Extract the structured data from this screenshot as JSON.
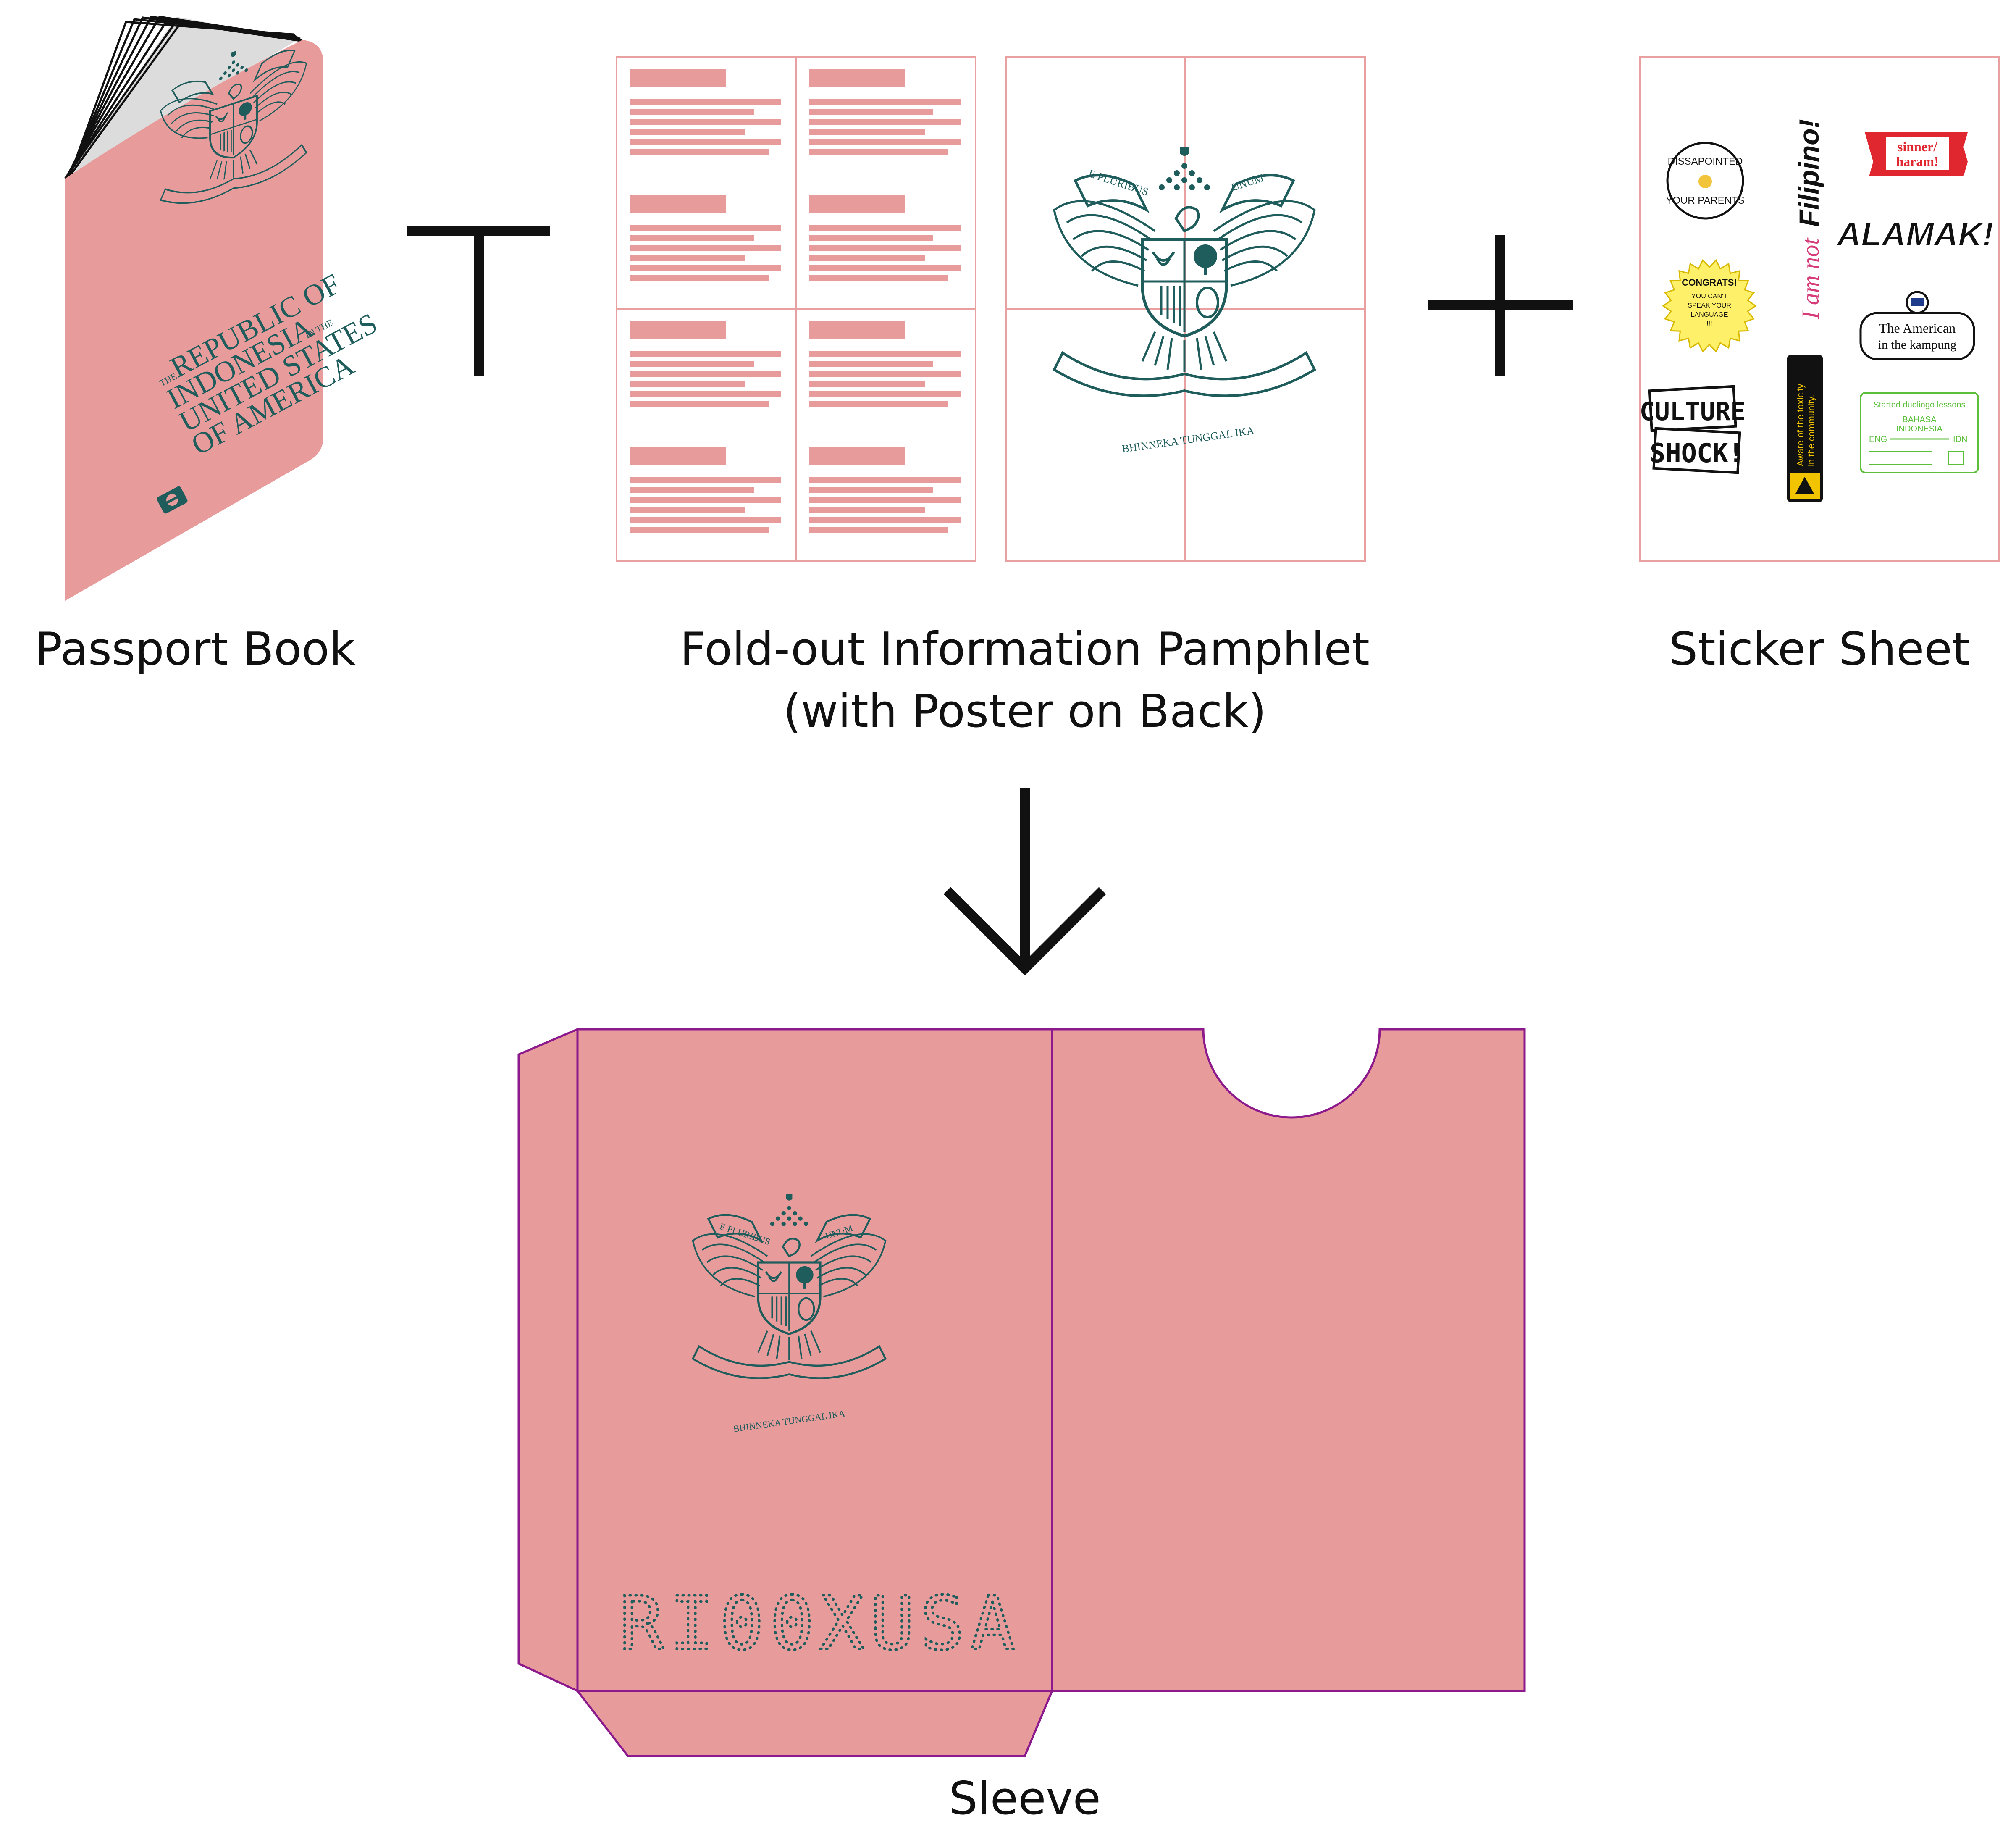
{
  "colors": {
    "pink": "#e89b9b",
    "teal": "#1f5c5c",
    "outline_pink": "#e8a0a0",
    "sleeve_outline": "#8c1a8c",
    "black": "#111111"
  },
  "captions": {
    "passport_book": "Passport Book",
    "pamphlet_line1": "Fold-out Information Pamphlet",
    "pamphlet_line2": "(with Poster on Back)",
    "sticker_sheet": "Sticker Sheet",
    "sleeve": "Sleeve"
  },
  "passport": {
    "title_the": "THE",
    "title_line1": "REPUBLIC OF",
    "title_line2": "INDONESIA",
    "title_in_the": "IN THE",
    "title_line3": "UNITED STATES",
    "title_line4": "OF AMERICA"
  },
  "crest": {
    "motto_left": "E PLURIBUS",
    "motto_right": "UNUM",
    "motto_bottom": "BHINNEKA TUNGGAL IKA"
  },
  "stickers": {
    "dissapointed_top": "DISSAPOINTED",
    "dissapointed_bottom": "YOUR PARENTS",
    "i_am_not": "I am not",
    "filipino": "Filipino!",
    "sinner_line1": "sinner/",
    "sinner_line2": "haram!",
    "alamak": "ALAMAK!",
    "congrats": "CONGRATS!",
    "congrats_l1": "YOU CAN'T",
    "congrats_l2": "SPEAK YOUR",
    "congrats_l3": "LANGUAGE",
    "congrats_l4": "!!!",
    "american_line1": "The American",
    "american_line2": "in the kampung",
    "culture": "CULTURE",
    "shock": "SHOCK!",
    "toxicity_line1": "Aware of the toxicity",
    "toxicity_line2": "in the community.",
    "duolingo_top": "Started duolingo lessons",
    "duolingo_l1": "BAHASA",
    "duolingo_l2": "INDONESIA",
    "duolingo_from": "ENG",
    "duolingo_to": "IDN"
  },
  "sleeve": {
    "code": "RI00XUSA"
  },
  "icons": {
    "plus_1": "plus-icon",
    "plus_2": "plus-icon",
    "arrow": "arrow-down-icon"
  }
}
